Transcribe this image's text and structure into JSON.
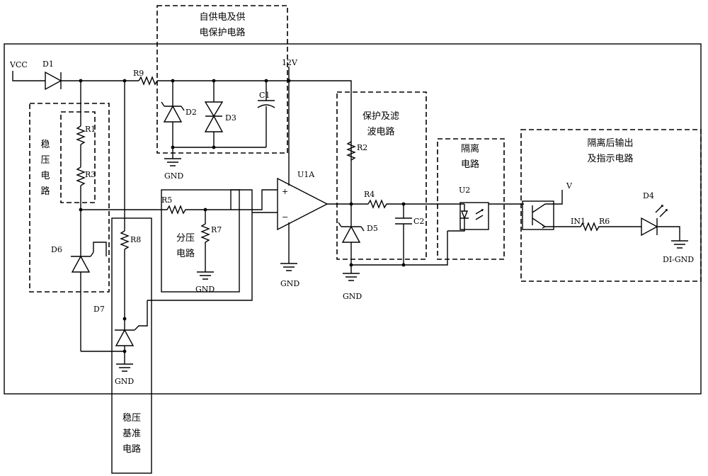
{
  "blocks": {
    "self_supply": [
      "自供电及供",
      "电保护电路"
    ],
    "regulator": [
      "稳",
      "压",
      "电",
      "路"
    ],
    "divider": [
      "分压",
      "电路"
    ],
    "protect_filter": [
      "保护及滤",
      "波电路"
    ],
    "isolation": [
      "隔离",
      "电路"
    ],
    "output_indicator": [
      "隔离后输出",
      "及指示电路"
    ],
    "reference": [
      "稳压",
      "基准",
      "电路"
    ]
  },
  "labels": {
    "vcc": "VCC",
    "d1": "D1",
    "r9": "R9",
    "v12": "12V",
    "r1": "R1",
    "r3": "R3",
    "d2": "D2",
    "d3": "D3",
    "c1": "C1",
    "gnd1": "GND",
    "u1a": "U1A",
    "plus": "+",
    "minus": "−",
    "r5": "R5",
    "r7": "R7",
    "gnd2": "GND",
    "gnd3": "GND",
    "r8": "R8",
    "d6": "D6",
    "d7": "D7",
    "gnd4": "GND",
    "r2": "R2",
    "r4": "R4",
    "d5": "D5",
    "c2": "C2",
    "gnd5": "GND",
    "u2": "U2",
    "v": "V",
    "in1": "IN1",
    "r6": "R6",
    "d4": "D4",
    "digitgnd": "DI-GND"
  }
}
